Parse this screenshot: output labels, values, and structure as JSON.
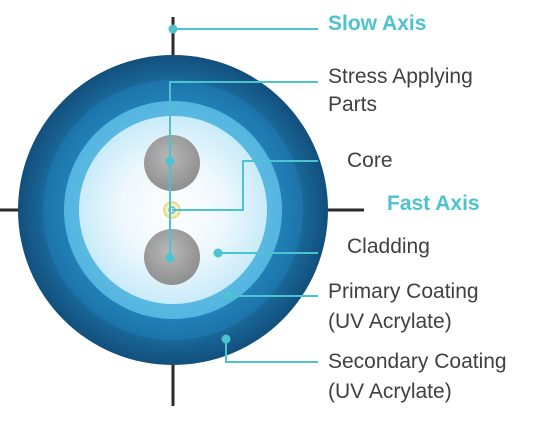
{
  "colors": {
    "axis_label": "#4ec3d0",
    "leader": "#4ec3d0",
    "axis_line": "#2b2b2b",
    "text": "#404040",
    "secondary_coating": "#1b5f8c",
    "primary_coating": "#2e8cc0",
    "cladding": "#f2f9fd",
    "stress_rods": "#a5a5a5",
    "core": "#fff6cc"
  },
  "labels": {
    "slow_axis": "Slow Axis",
    "stress_parts": [
      "Stress Applying",
      "Parts"
    ],
    "core": "Core",
    "fast_axis": "Fast Axis",
    "cladding": "Cladding",
    "primary_coating": [
      "Primary Coating",
      "(UV Acrylate)"
    ],
    "secondary_coating": [
      "Secondary Coating",
      "(UV Acrylate)"
    ]
  }
}
